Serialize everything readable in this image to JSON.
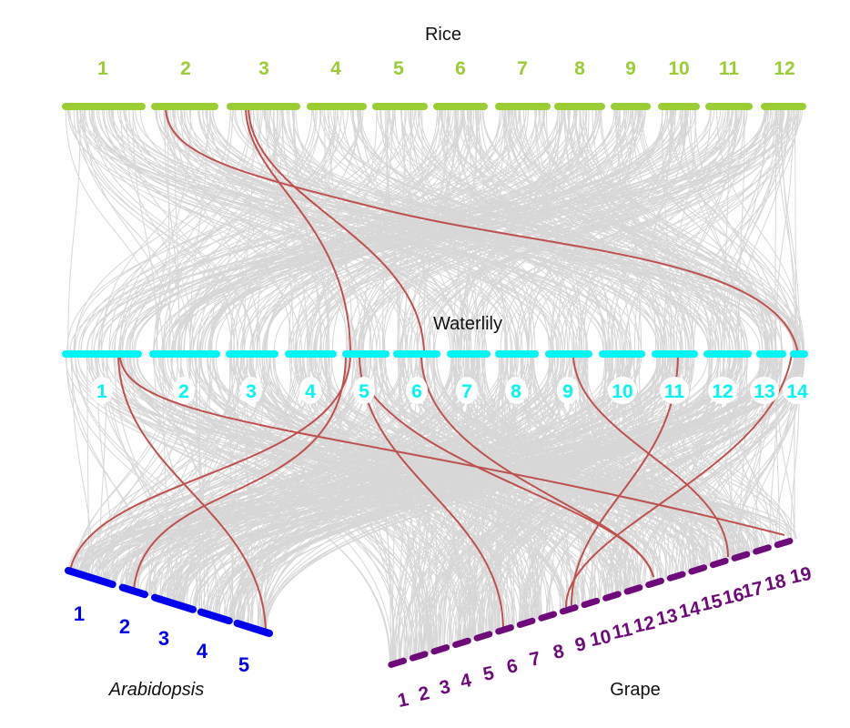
{
  "colors": {
    "rice": "#9acd32",
    "waterlily": "#00f5f5",
    "arabidopsis": "#0000ee",
    "grape": "#6e0a7a",
    "background_link": "#d3d3d3",
    "highlight_link": "#c0504d"
  },
  "genomes": {
    "rice": {
      "name": "Rice",
      "chromosomes": [
        "1",
        "2",
        "3",
        "4",
        "5",
        "6",
        "7",
        "8",
        "9",
        "10",
        "11",
        "12"
      ]
    },
    "waterlily": {
      "name": "Waterlily",
      "chromosomes": [
        "1",
        "2",
        "3",
        "4",
        "5",
        "6",
        "7",
        "8",
        "9",
        "10",
        "11",
        "12",
        "13",
        "14"
      ]
    },
    "arabidopsis": {
      "name": "Arabidopsis",
      "chromosomes": [
        "1",
        "2",
        "3",
        "4",
        "5"
      ]
    },
    "grape": {
      "name": "Grape",
      "chromosomes": [
        "1",
        "2",
        "3",
        "4",
        "5",
        "6",
        "7",
        "8",
        "9",
        "10",
        "11",
        "12",
        "13",
        "14",
        "15",
        "16",
        "17",
        "18",
        "19"
      ]
    }
  }
}
